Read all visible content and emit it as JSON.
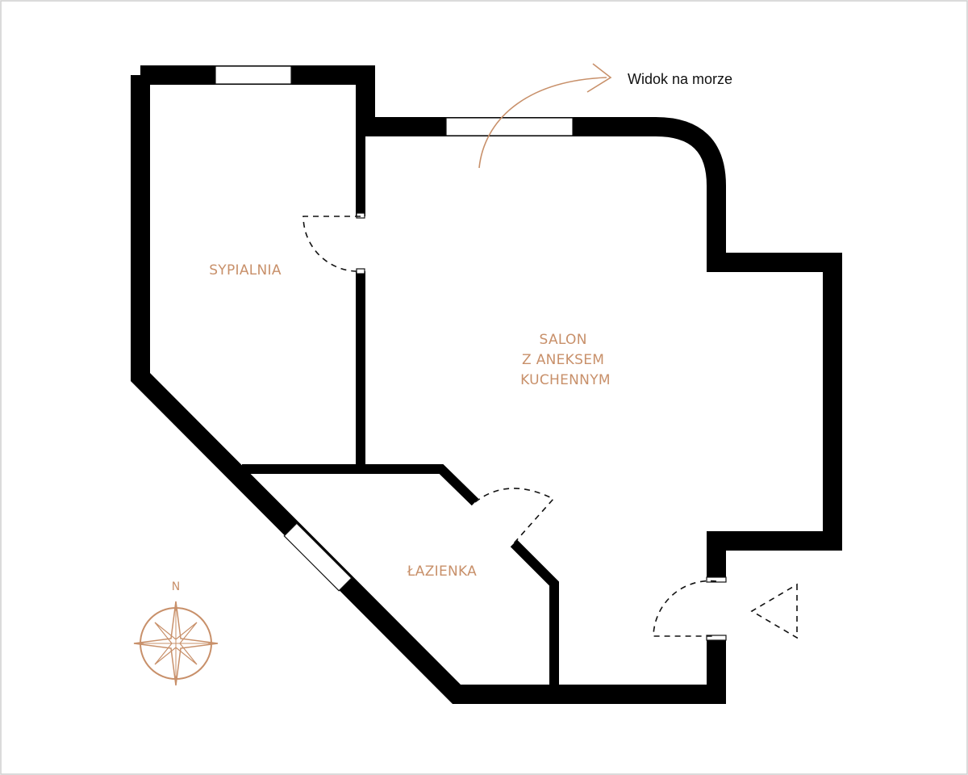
{
  "plan": {
    "rooms": [
      {
        "id": "bedroom",
        "lines": [
          "SYPIALNIA"
        ]
      },
      {
        "id": "living",
        "lines": [
          "SALON",
          "Z ANEKSEM",
          "KUCHENNYM"
        ]
      },
      {
        "id": "bathroom",
        "lines": [
          "ŁAZIENKA"
        ]
      }
    ],
    "view_note": "Widok na morze",
    "compass_label": "N"
  },
  "colors": {
    "wall": "#000000",
    "accent": "#c8906a",
    "text": "#111111",
    "background": "#ffffff"
  }
}
